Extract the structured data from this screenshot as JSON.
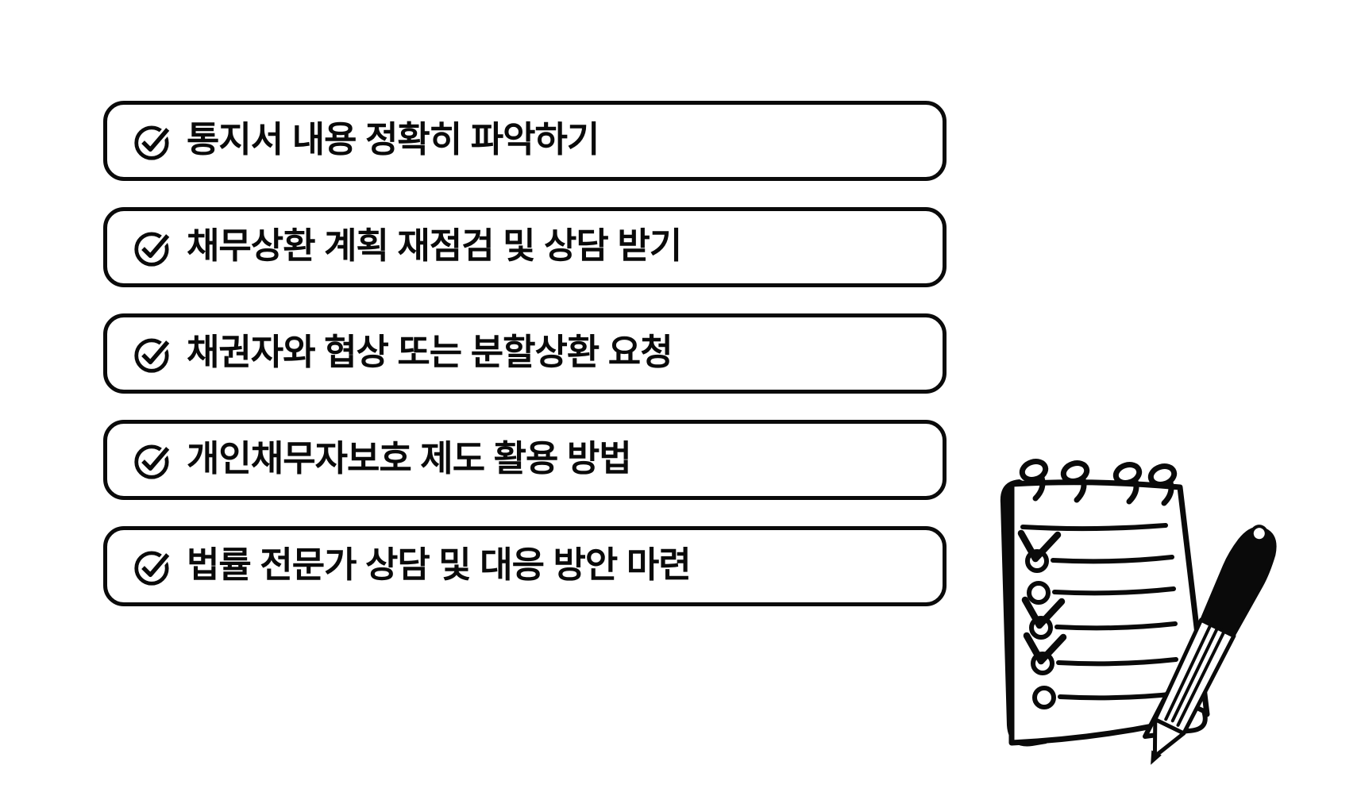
{
  "colors": {
    "ink": "#0a0a0a",
    "background": "#ffffff"
  },
  "checklist": {
    "items": [
      {
        "label": "통지서 내용 정확히 파악하기"
      },
      {
        "label": "채무상환 계획 재점검 및 상담 받기"
      },
      {
        "label": "채권자와 협상 또는 분할상환 요청"
      },
      {
        "label": "개인채무자보호 제도 활용 방법"
      },
      {
        "label": "법률 전문가 상담 및 대응 방안 마련"
      }
    ],
    "item_icon": "check-circle-icon"
  },
  "illustration": {
    "icon": "notepad-checklist-and-pen-illustration"
  }
}
